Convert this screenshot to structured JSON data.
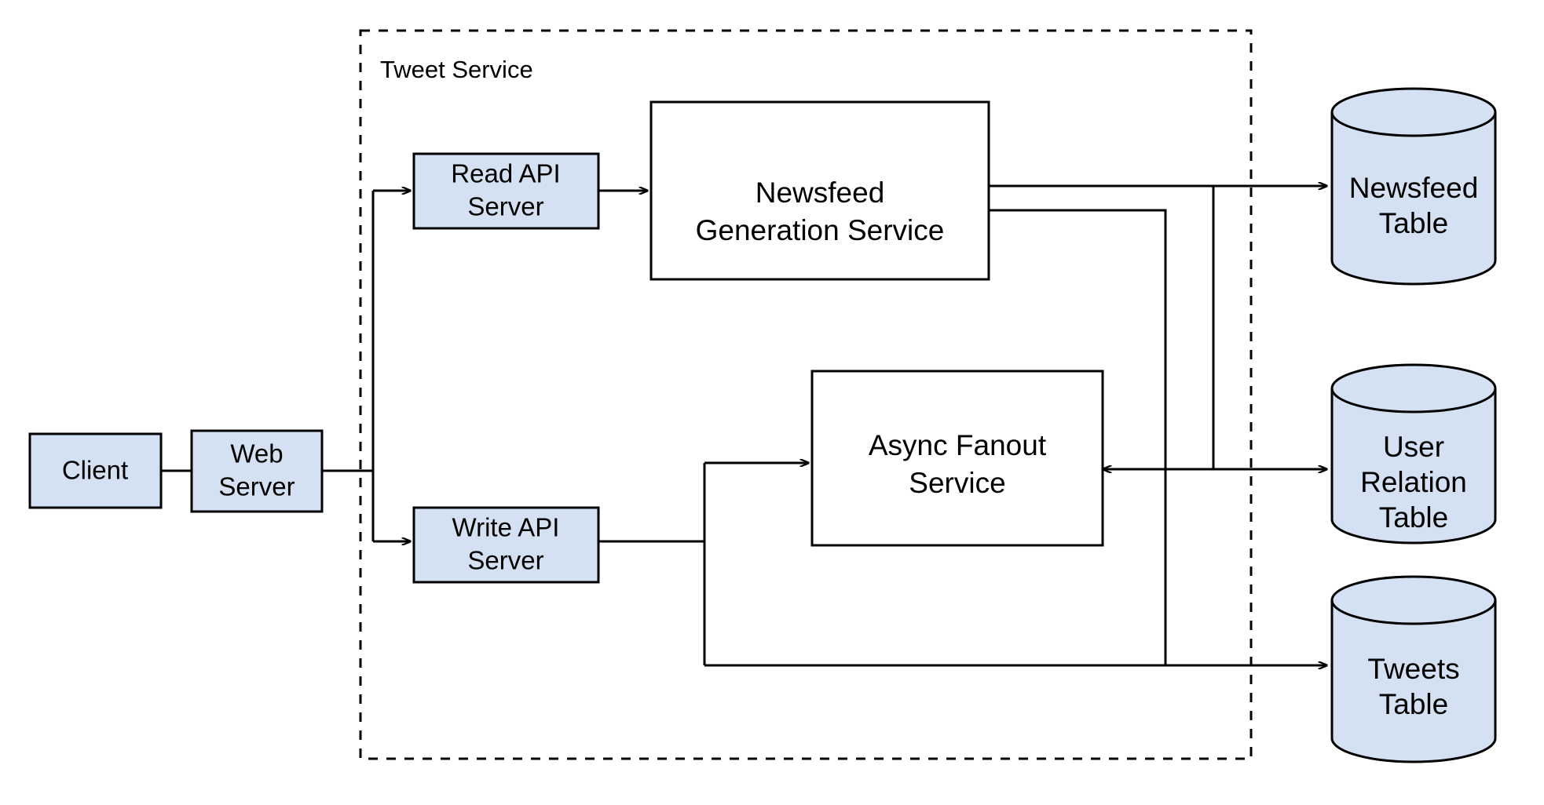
{
  "diagram": {
    "title_visible": false,
    "colors": {
      "process_fill": "#d3e1f3",
      "service_fill": "#ffffff",
      "stroke": "#000000",
      "background": "#ffffff"
    },
    "boundary": {
      "label": "Tweet Service"
    },
    "nodes": {
      "client": {
        "label": "Client"
      },
      "web_server": {
        "label_line1": "Web",
        "label_line2": "Server"
      },
      "read_api": {
        "label_line1": "Read API",
        "label_line2": "Server"
      },
      "write_api": {
        "label_line1": "Write API",
        "label_line2": "Server"
      },
      "newsfeed_service": {
        "label_line1": "Newsfeed",
        "label_line2": "Generation Service"
      },
      "fanout_service": {
        "label_line1": "Async Fanout",
        "label_line2": "Service"
      },
      "newsfeed_table": {
        "label_line1": "Newsfeed",
        "label_line2": "Table"
      },
      "user_relation_table": {
        "label_line1": "User",
        "label_line2": "Relation",
        "label_line3": "Table"
      },
      "tweets_table": {
        "label_line1": "Tweets",
        "label_line2": "Table"
      }
    },
    "edges": [
      {
        "from": "client",
        "to": "web_server",
        "arrow": "none"
      },
      {
        "from": "web_server",
        "to": "read_api",
        "arrow": "end"
      },
      {
        "from": "web_server",
        "to": "write_api",
        "arrow": "end"
      },
      {
        "from": "read_api",
        "to": "newsfeed_service",
        "arrow": "end"
      },
      {
        "from": "newsfeed_service",
        "to": "newsfeed_table",
        "arrow": "end"
      },
      {
        "from": "newsfeed_service",
        "to": "tweets_table",
        "arrow": "end"
      },
      {
        "from": "write_api",
        "to": "fanout_service",
        "arrow": "end"
      },
      {
        "from": "write_api",
        "to": "tweets_table",
        "arrow": "end"
      },
      {
        "from": "user_relation_table",
        "to": "fanout_service",
        "arrow": "both"
      },
      {
        "from": "fanout_service",
        "to": "newsfeed_table",
        "arrow": "end"
      }
    ]
  }
}
